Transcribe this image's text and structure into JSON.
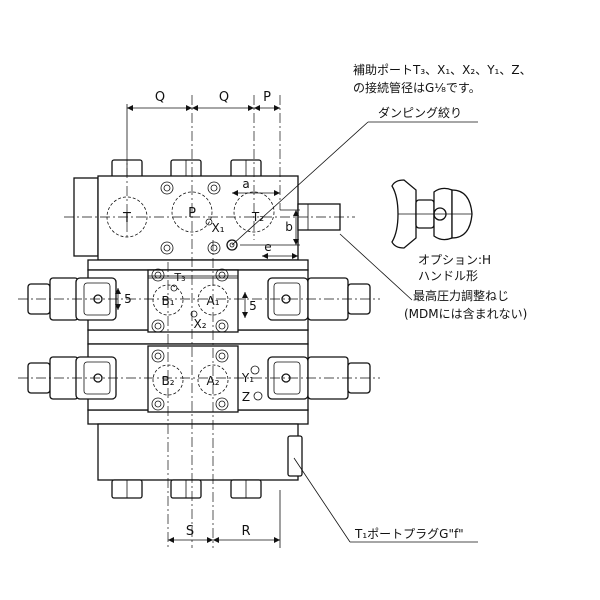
{
  "dimensions": {
    "top_q1": "Q",
    "top_q2": "Q",
    "top_p": "P",
    "a": "a",
    "b": "b",
    "e": "e",
    "five_upper": "5",
    "five_right": "5",
    "bottom_s": "S",
    "bottom_r": "R"
  },
  "ports": {
    "T": "T",
    "P": "P",
    "T2": "T₂",
    "X1": "X₁",
    "T3": "T₃",
    "B1": "B₁",
    "A1": "A₁",
    "X2": "X₂",
    "B2": "B₂",
    "A2": "A₂",
    "Y1": "Y₁",
    "Z": "Z"
  },
  "notes": {
    "aux_ports_line1": "補助ポートT₃、X₁、X₂、Y₁、Z、",
    "aux_ports_line2": "の接続管径はG¹⁄₈です。",
    "damping": "ダンピング絞り",
    "option_line1": "オプション:H",
    "option_line2": "ハンドル形",
    "relief_line1": "最高圧力調整ねじ",
    "relief_line2": "(MDMには含まれない)",
    "t1_plug": "T₁ポートプラグG\"f\""
  }
}
